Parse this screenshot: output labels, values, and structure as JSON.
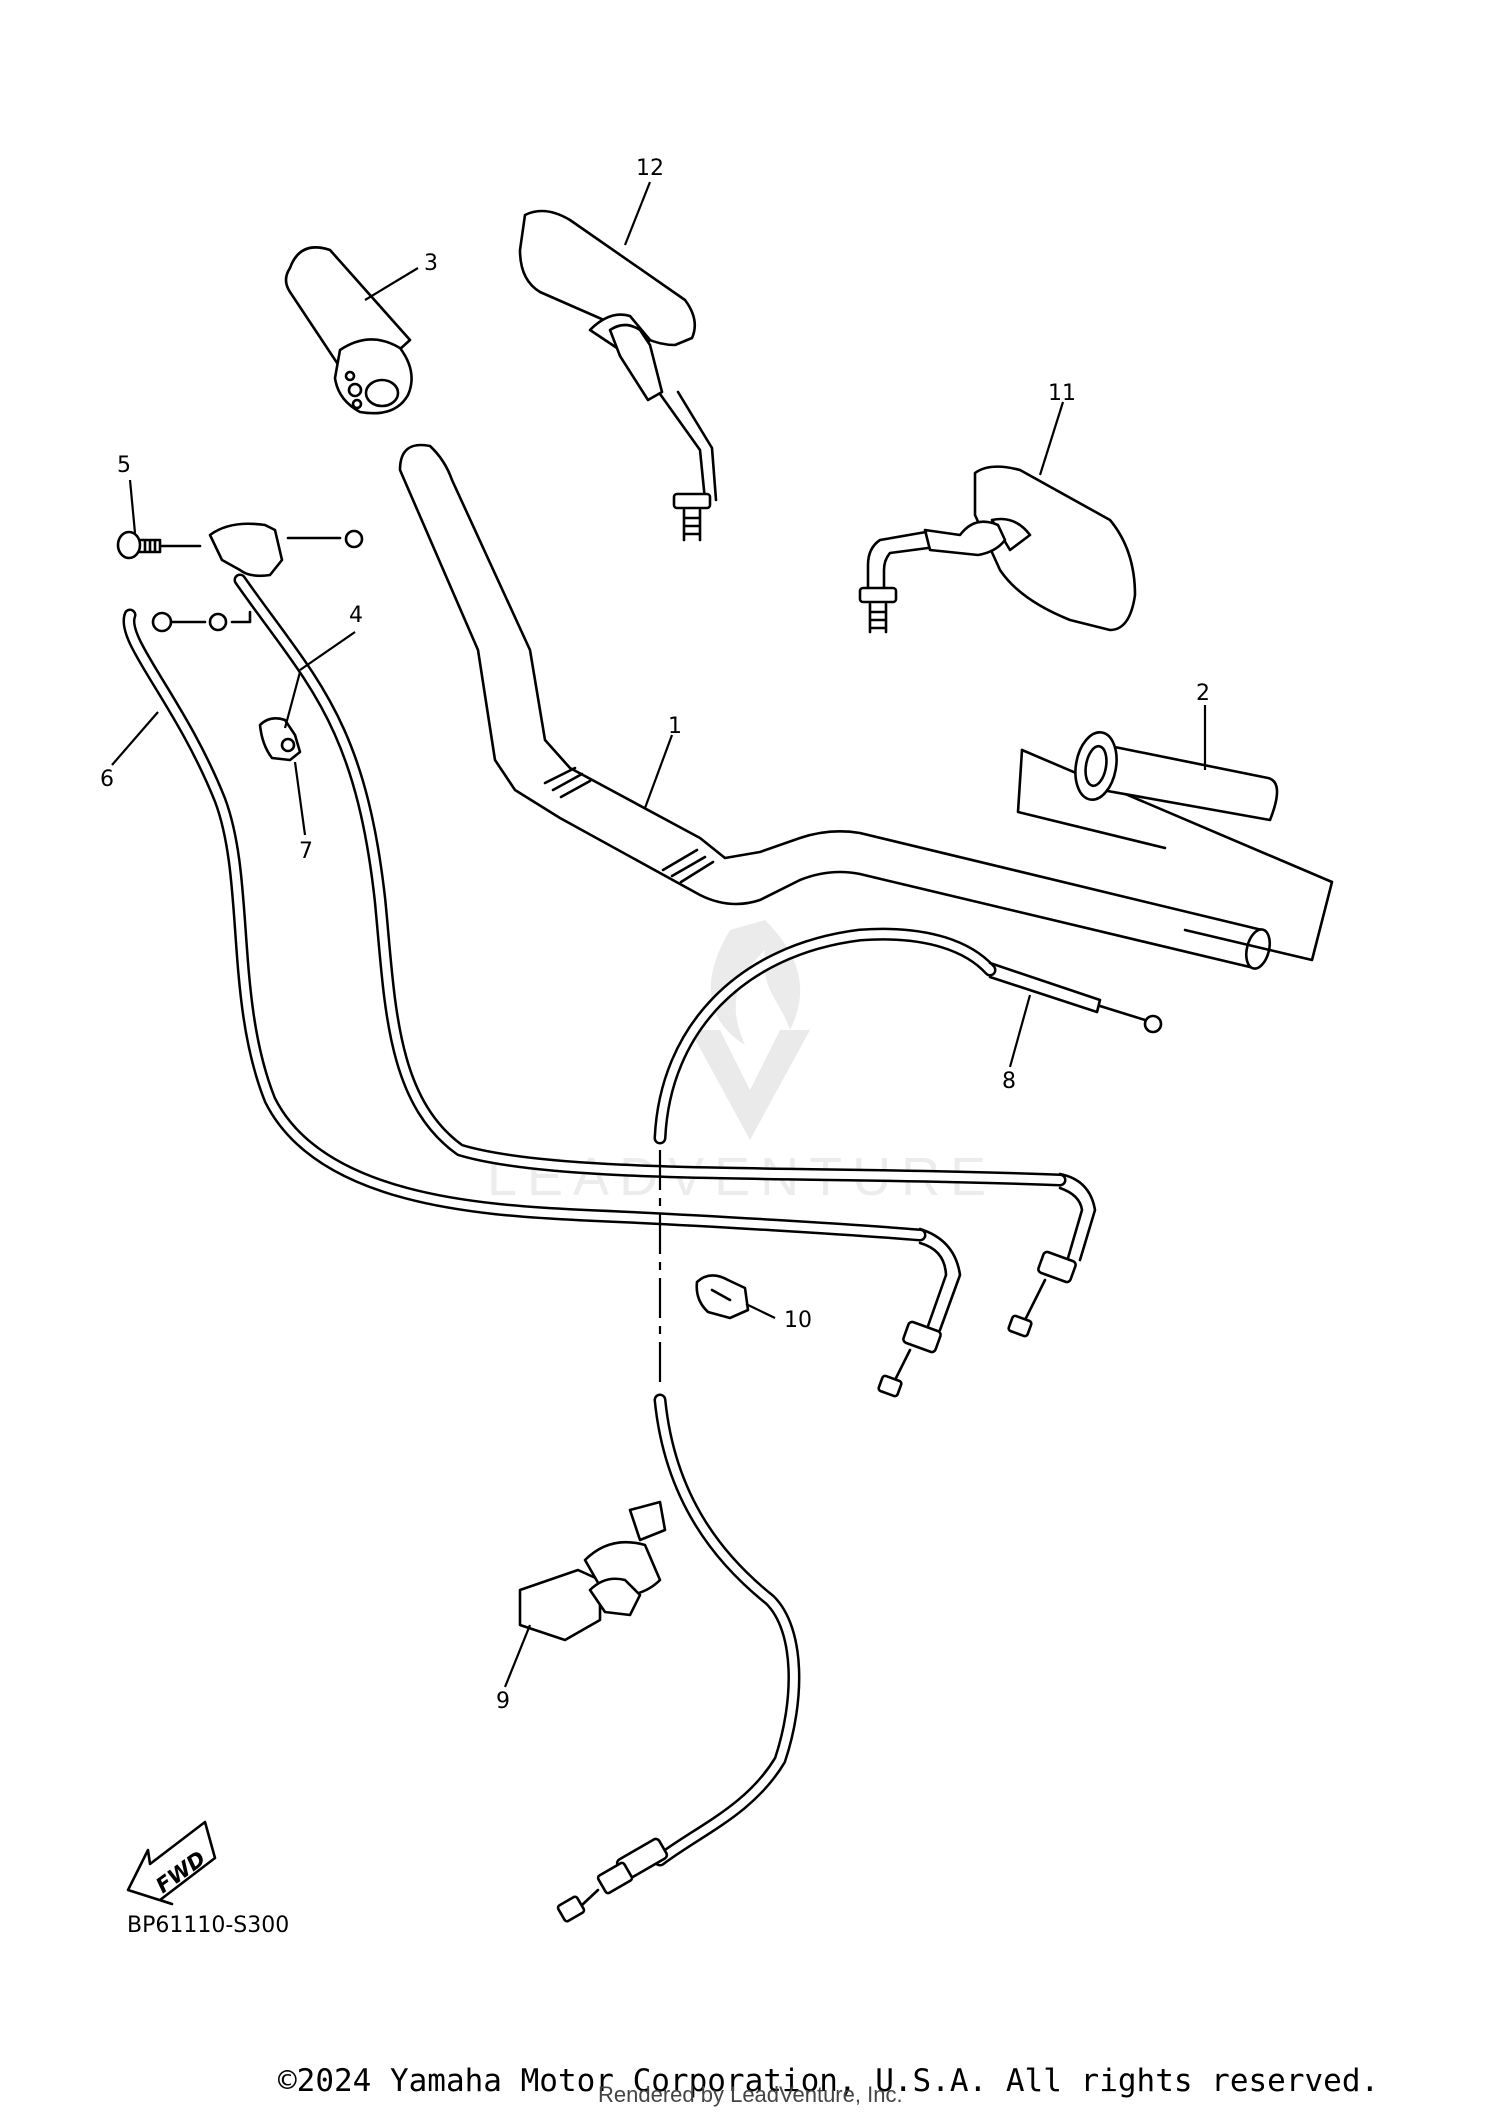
{
  "diagram": {
    "part_numbers": [
      "1",
      "2",
      "3",
      "4",
      "5",
      "6",
      "7",
      "8",
      "9",
      "10",
      "11",
      "12"
    ],
    "fwd_label": "FWD",
    "diagram_code": "BP61110-S300",
    "watermark_text": "LEADVENTURE"
  },
  "footer": {
    "copyright": "©2024 Yamaha Motor Corporation, U.S.A. All rights reserved.",
    "rendered_by": "Rendered by LeadVenture, Inc."
  }
}
